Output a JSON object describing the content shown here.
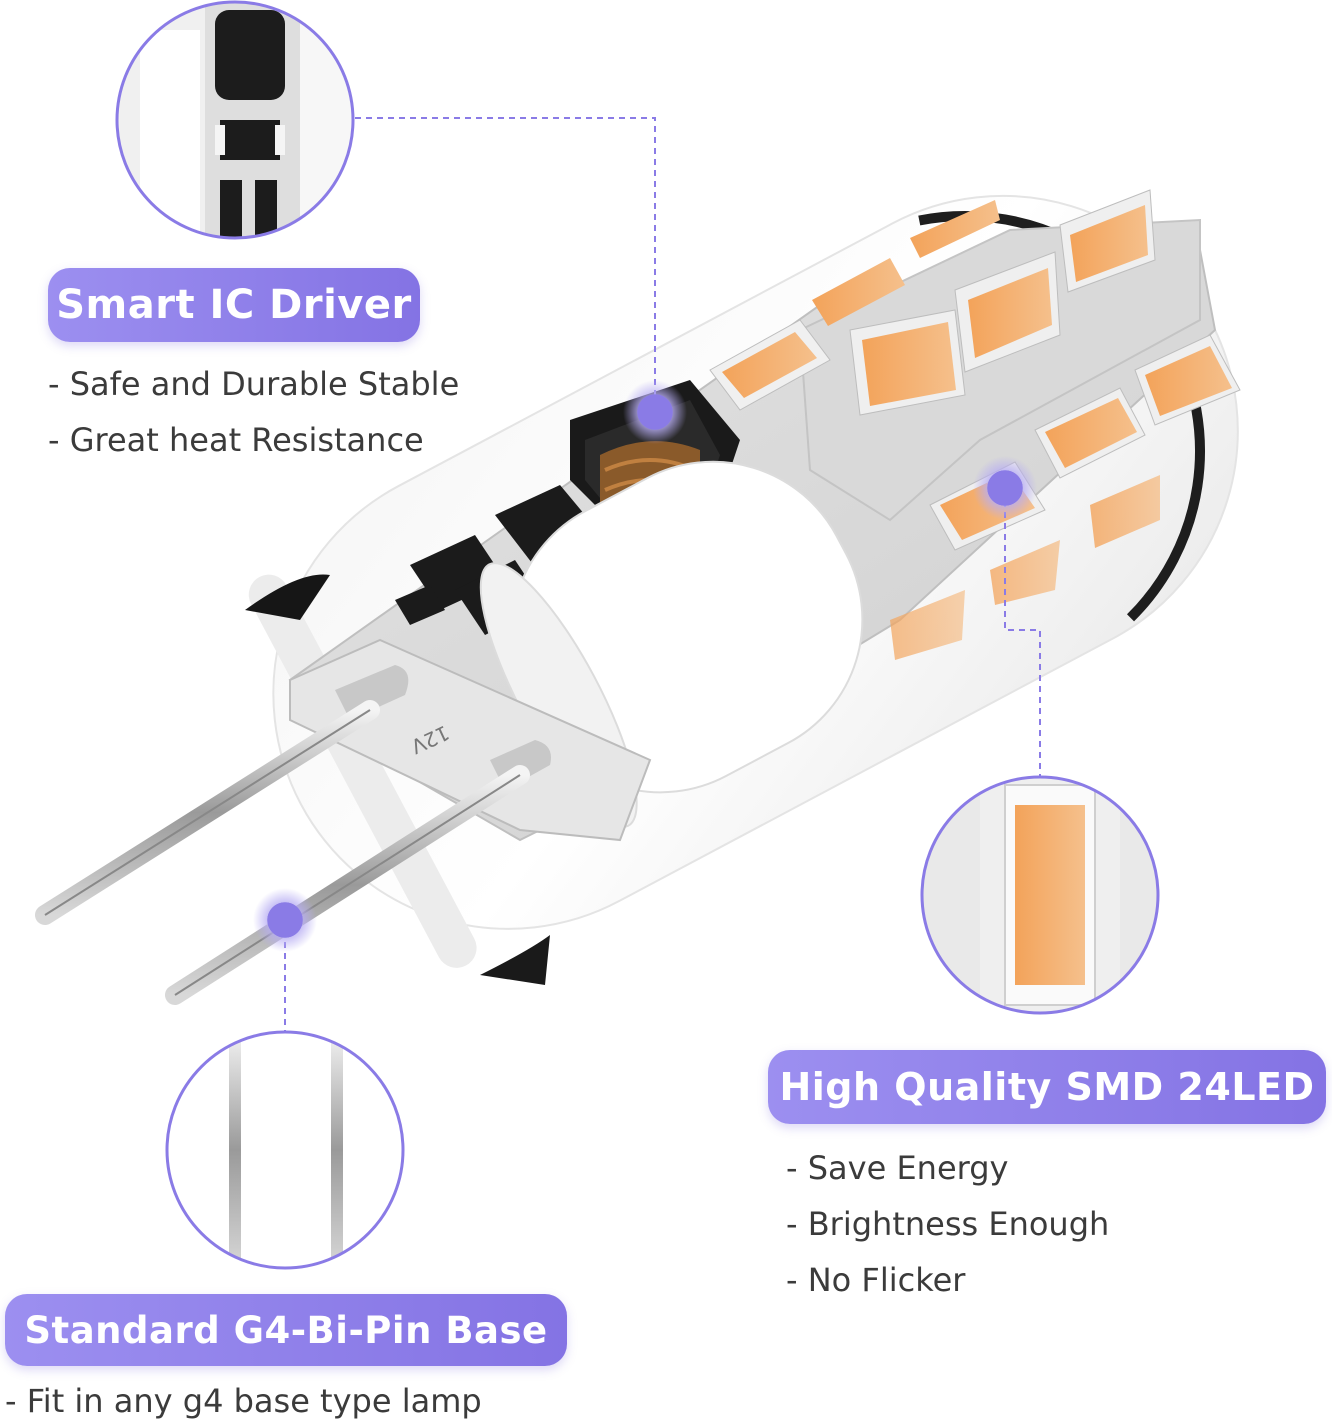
{
  "callouts": {
    "ic_driver": {
      "title": "Smart IC Driver",
      "bullets": [
        "- Safe and Durable Stable",
        "- Great heat Resistance"
      ]
    },
    "smd_led": {
      "title": "High Quality SMD 24LED",
      "bullets": [
        "- Save Energy",
        "- Brightness Enough",
        "- No Flicker"
      ]
    },
    "base": {
      "title": "Standard G4-Bi-Pin Base",
      "bullets": [
        "- Fit in any g4 base type lamp"
      ]
    }
  },
  "bulb": {
    "board_marking": "12V"
  },
  "colors": {
    "accent": "#8a7be6",
    "accent_light": "#b1a6f4",
    "led_orange": "#f0a55e",
    "text": "#3b3b3b"
  }
}
